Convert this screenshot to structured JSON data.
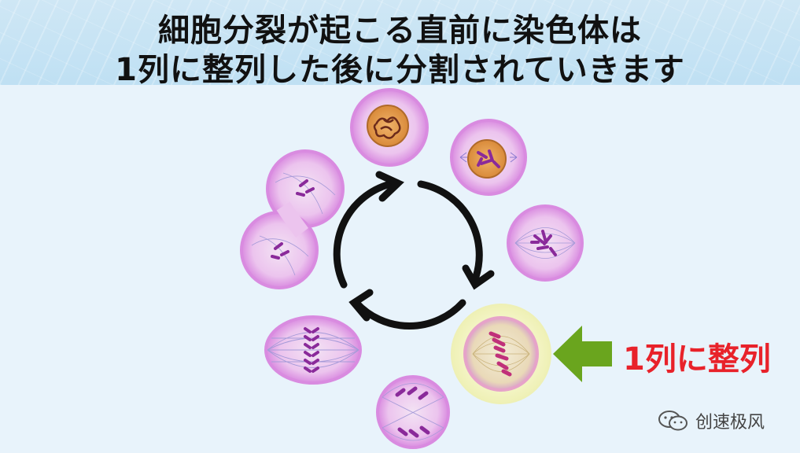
{
  "title": {
    "line1": "細胞分裂が起こる直前に染色体は",
    "line2": "1列に整列した後に分割されていきます"
  },
  "callout": {
    "label": "1列に整列",
    "color": "#e8222a",
    "arrow_color": "#6aa51e"
  },
  "watermark": {
    "text": "创速极风",
    "icon": "wechat-icon"
  },
  "colors": {
    "cell_fill": "#e7a4ea",
    "cell_edge": "#c774d8",
    "chromosome": "#8a2a9a",
    "highlight": "#f2f4c3",
    "cycle_arrow": "#111111"
  }
}
